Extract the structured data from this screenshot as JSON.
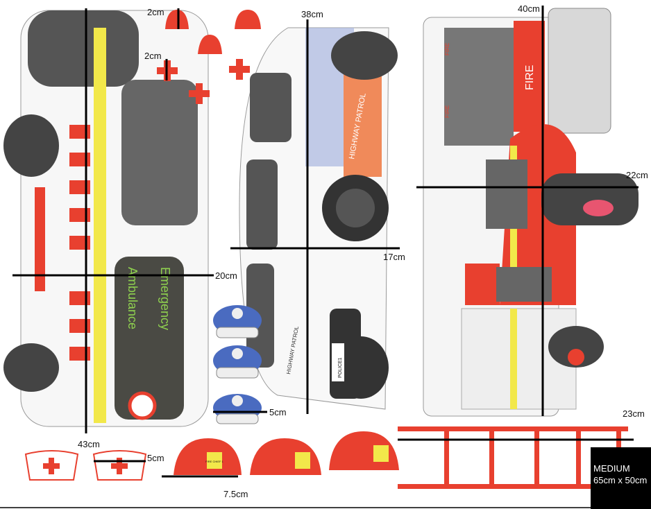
{
  "size_badge": {
    "title": "MEDIUM",
    "dimensions": "65cm x 50cm"
  },
  "measurements": {
    "cap_height": "2cm",
    "cross_height": "2cm",
    "police_car_length": "38cm",
    "fire_truck_length": "40cm",
    "fire_truck_width": "22cm",
    "police_car_width": "17cm",
    "ambulance_width": "20cm",
    "ambulance_length": "43cm",
    "police_hat_width": "5cm",
    "nurse_hat_width": "5cm",
    "fire_helmet_width": "7.5cm",
    "ladder_length": "23cm"
  },
  "vehicle_text": {
    "ambulance_line1": "Emergency",
    "ambulance_line2": "Ambulance",
    "police_side": "HIGHWAY PATROL",
    "police_plate": "POLICE1",
    "police_rear": "HIGHWAY PATROL",
    "fire_cab": "FIRE",
    "fire_side1": "FIRE",
    "fire_side2": "FIRE",
    "helmet_badge": "FIRE CHIEF 1"
  },
  "colors": {
    "red": "#e8402f",
    "yellow": "#f2e84a",
    "police_blue": "#4a6bc0",
    "dark": "#4a4a4a"
  }
}
